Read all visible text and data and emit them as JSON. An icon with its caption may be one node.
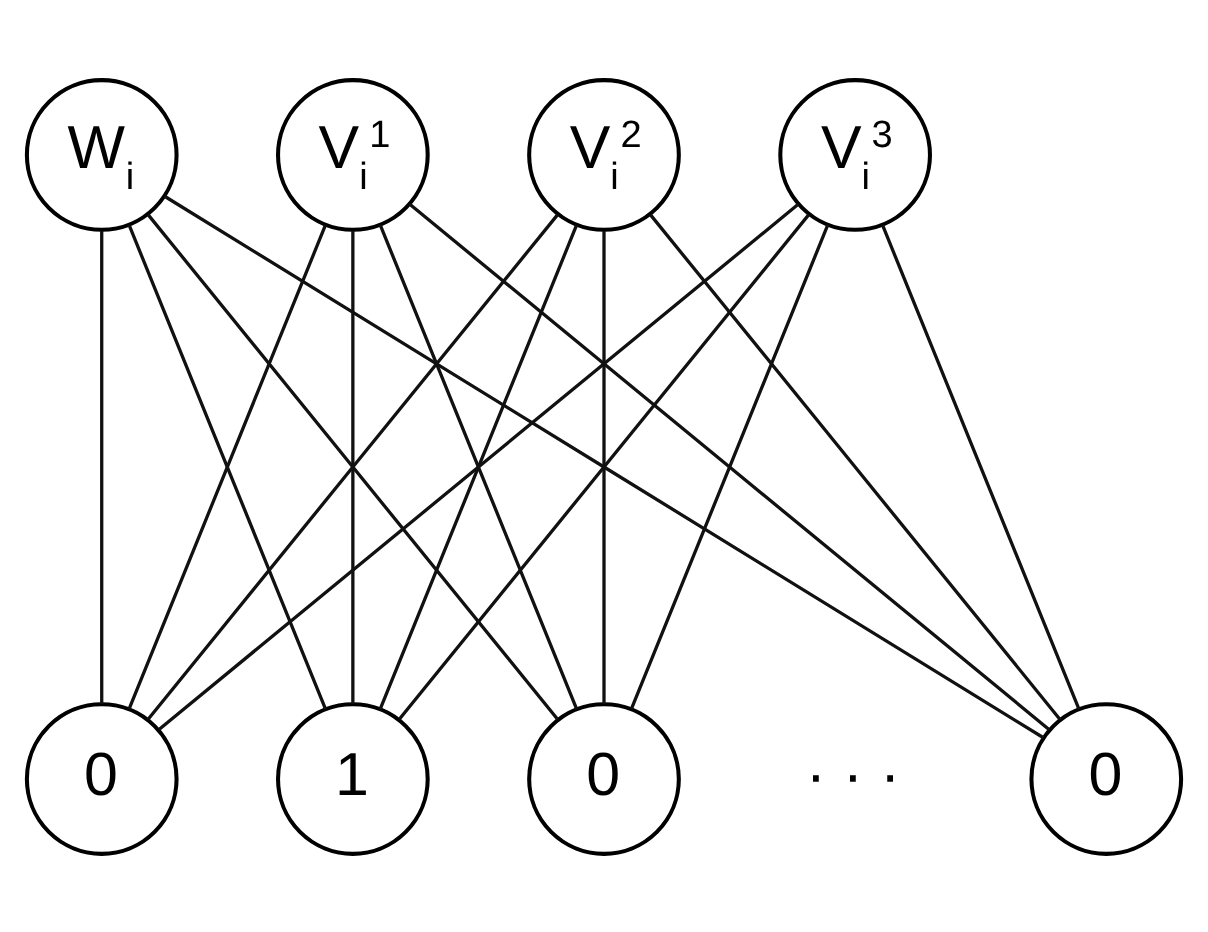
{
  "diagram": {
    "nodes": [
      {
        "text": [
          "W$_{i}$"
        ]
      },
      {
        "text": [
          "V$_{i}$$^{1}$"
        ]
      },
      {
        "text": [
          "V$_{i}$$^{2}$"
        ]
      },
      {
        "text": [
          "V$_{i}$$^{3}$"
        ]
      },
      {
        "text": [
          "0"
        ]
      },
      {
        "text": [
          "1"
        ]
      },
      {
        "text": [
          "0"
        ]
      },
      {
        "text": [
          "0"
        ]
      }
    ],
    "edges": [
      {
        "from": 0,
        "to": 4,
        "arrow": "none"
      },
      {
        "from": 0,
        "to": 5,
        "arrow": "none"
      },
      {
        "from": 0,
        "to": 6,
        "arrow": "none"
      },
      {
        "from": 0,
        "to": 7,
        "arrow": "none"
      },
      {
        "from": 1,
        "to": 4,
        "arrow": "none"
      },
      {
        "from": 1,
        "to": 5,
        "arrow": "none"
      },
      {
        "from": 1,
        "to": 6,
        "arrow": "none"
      },
      {
        "from": 1,
        "to": 7,
        "arrow": "none"
      },
      {
        "from": 2,
        "to": 4,
        "arrow": "none"
      },
      {
        "from": 2,
        "to": 5,
        "arrow": "none"
      },
      {
        "from": 2,
        "to": 6,
        "arrow": "none"
      },
      {
        "from": 2,
        "to": 7,
        "arrow": "none"
      },
      {
        "from": 3,
        "to": 4,
        "arrow": "none"
      },
      {
        "from": 3,
        "to": 5,
        "arrow": "none"
      },
      {
        "from": 3,
        "to": 6,
        "arrow": "none"
      },
      {
        "from": 3,
        "to": 7,
        "arrow": "none"
      }
    ],
    "labels": [
      "· · ·"
    ]
  }
}
